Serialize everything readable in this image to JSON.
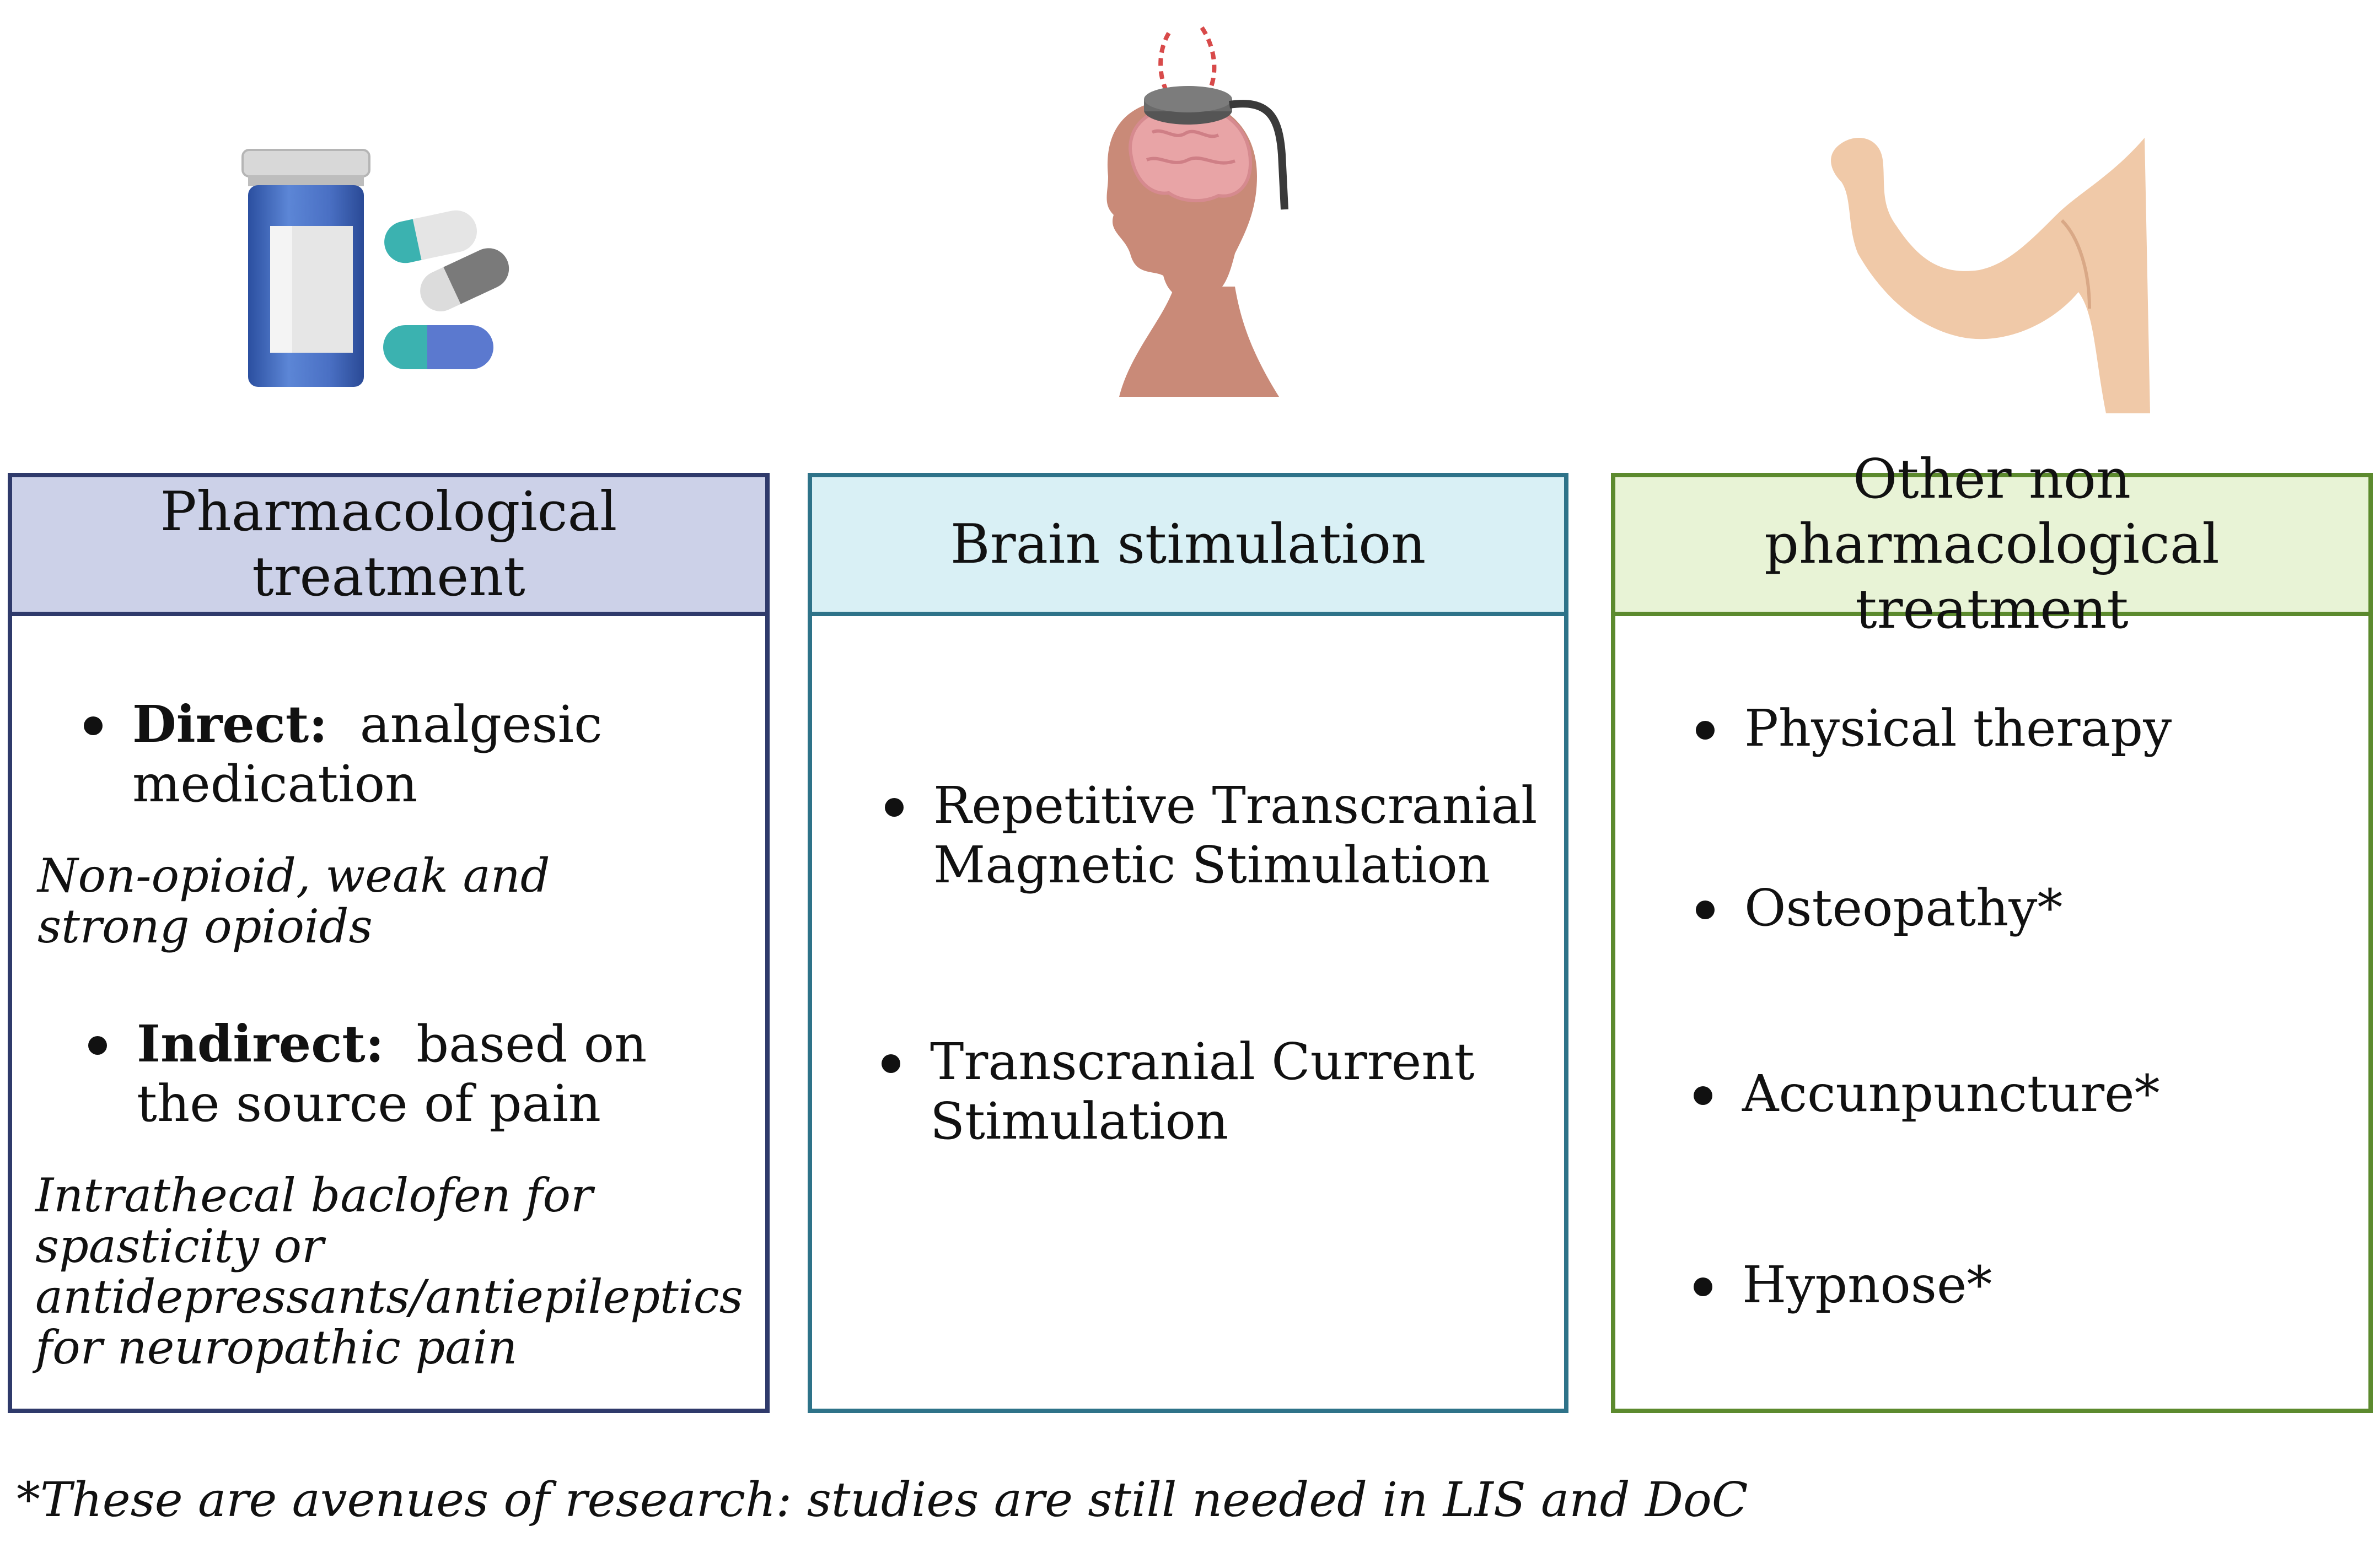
{
  "panels": {
    "pharma": {
      "header": "Pharmacological treatment",
      "direct_label": "Direct:",
      "direct_text": "analgesic medication",
      "direct_note": "Non-opioid, weak and strong opioids",
      "indirect_label": "Indirect:",
      "indirect_text": "based on the source of pain",
      "indirect_note": "Intrathecal baclofen for spasticity or antidepressants/antiepileptics for neuropathic pain"
    },
    "brain": {
      "header": "Brain stimulation",
      "items": [
        "Repetitive Transcranial Magnetic Stimulation",
        "Transcranial Current Stimulation"
      ]
    },
    "other": {
      "header": "Other non pharmacological treatment",
      "items": [
        "Physical therapy",
        "Osteopathy*",
        "Accunpuncture*",
        "Hypnose*"
      ]
    }
  },
  "footnote": "*These are avenues of research: studies are still needed in LIS and DoC",
  "colors": {
    "pharma_border": "#2f3a6b",
    "pharma_header_bg": "#ccd1e8",
    "brain_border": "#2e7389",
    "brain_header_bg": "#d9f0f5",
    "other_border": "#5c8a2e",
    "other_header_bg": "#e8f3d6"
  },
  "icons": [
    "pill-bottle-icon",
    "brain-stimulation-head-icon",
    "flexed-arm-icon"
  ]
}
